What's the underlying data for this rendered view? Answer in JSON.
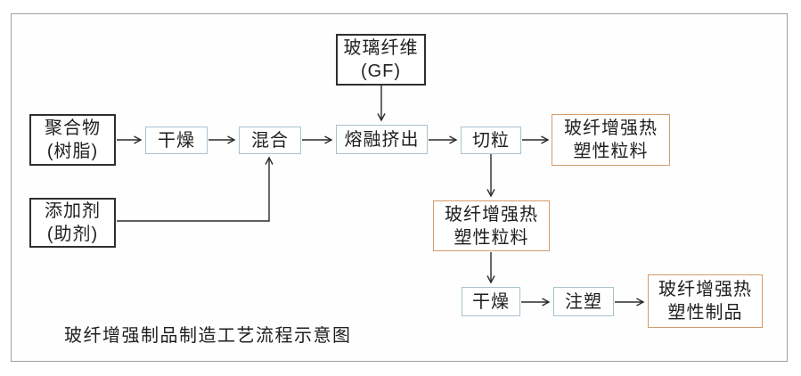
{
  "diagram": {
    "caption": "玻纤增强制品制造工艺流程示意图",
    "colors": {
      "text": "#1f1f1f",
      "material_border": "#2f2f2f",
      "process_border": "#a9c2ce",
      "product_border": "#d29b6c",
      "frame_border": "#9e9e9e",
      "arrow": "#2a2a2a"
    },
    "nodes": {
      "glass_fiber": {
        "line1": "玻璃纤维",
        "line2": "(GF)",
        "type": "material"
      },
      "polymer": {
        "line1": "聚合物",
        "line2": "(树脂)",
        "type": "material"
      },
      "additive": {
        "line1": "添加剂",
        "line2": "(助剂)",
        "type": "material"
      },
      "dry1": {
        "line1": "干燥",
        "type": "process"
      },
      "mix": {
        "line1": "混合",
        "type": "process"
      },
      "melt_extrude": {
        "line1": "熔融挤出",
        "type": "process"
      },
      "pelletize": {
        "line1": "切粒",
        "type": "process"
      },
      "pellets1": {
        "line1": "玻纤增强热",
        "line2": "塑性粒料",
        "type": "product"
      },
      "pellets2": {
        "line1": "玻纤增强热",
        "line2": "塑性粒料",
        "type": "product"
      },
      "dry2": {
        "line1": "干燥",
        "type": "process"
      },
      "injection": {
        "line1": "注塑",
        "type": "process"
      },
      "final_product": {
        "line1": "玻纤增强热",
        "line2": "塑性制品",
        "type": "product"
      }
    },
    "edges": [
      {
        "from": "polymer",
        "to": "dry1"
      },
      {
        "from": "dry1",
        "to": "mix"
      },
      {
        "from": "additive",
        "to": "mix"
      },
      {
        "from": "mix",
        "to": "melt_extrude"
      },
      {
        "from": "glass_fiber",
        "to": "melt_extrude"
      },
      {
        "from": "melt_extrude",
        "to": "pelletize"
      },
      {
        "from": "pelletize",
        "to": "pellets1"
      },
      {
        "from": "pelletize",
        "to": "pellets2"
      },
      {
        "from": "pellets2",
        "to": "dry2"
      },
      {
        "from": "dry2",
        "to": "injection"
      },
      {
        "from": "injection",
        "to": "final_product"
      }
    ]
  }
}
